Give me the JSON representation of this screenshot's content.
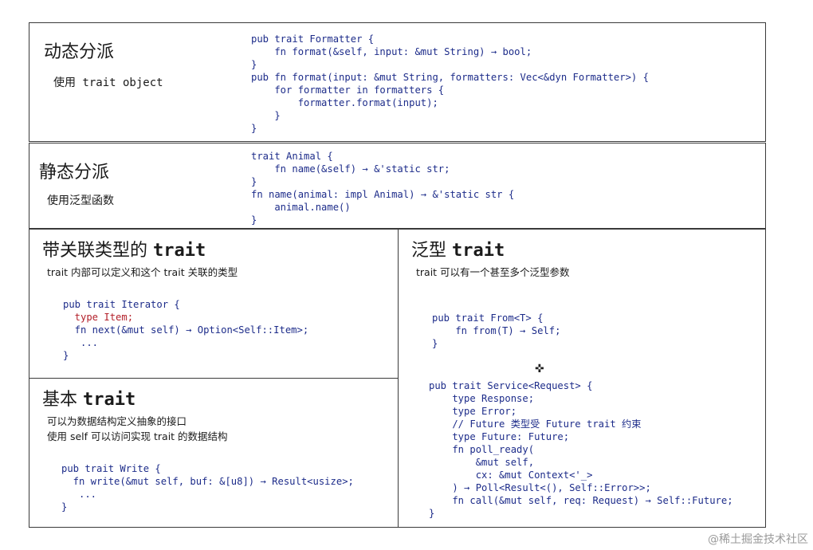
{
  "sections": {
    "dynamic": {
      "title": "动态分派",
      "subtitle": "使用 trait object",
      "code": [
        "pub trait Formatter {",
        "    fn format(&self, input: &mut String) → bool;",
        "}",
        "pub fn format(input: &mut String, formatters: Vec<&dyn Formatter>) {",
        "    for formatter in formatters {",
        "        formatter.format(input);",
        "    }",
        "}"
      ]
    },
    "static": {
      "title": "静态分派",
      "subtitle": "使用泛型函数",
      "code": [
        "trait Animal {",
        "    fn name(&self) → &'static str;",
        "}",
        "fn name(animal: impl Animal) → &'static str {",
        "    animal.name()",
        "}"
      ]
    },
    "associated": {
      "title_prefix": "带关联类型的 ",
      "title_mono": "trait",
      "note": "trait 内部可以定义和这个 trait 关联的类型",
      "code": [
        "pub trait Iterator {",
        "  type Item;",
        "  fn next(&mut self) → Option<Self::Item>;",
        "   ...",
        "}"
      ]
    },
    "basic": {
      "title_prefix": "基本 ",
      "title_mono": "trait",
      "note_lines": [
        "可以为数据结构定义抽象的接口",
        "使用 self 可以访问实现 trait 的数据结构"
      ],
      "code": [
        "pub trait Write {",
        "  fn write(&mut self, buf: &[u8]) → Result<usize>;",
        "   ...",
        "}"
      ]
    },
    "generic": {
      "title_prefix": "泛型 ",
      "title_mono": "trait",
      "note": "trait 可以有一个甚至多个泛型参数",
      "code_from": [
        "pub trait From<T> {",
        "    fn from(T) → Self;",
        "}"
      ],
      "code_service": [
        "pub trait Service<Request> {",
        "    type Response;",
        "    type Error;",
        "    // Future 类型受 Future trait 约束",
        "    type Future: Future;",
        "    fn poll_ready(",
        "        &mut self,",
        "        cx: &mut Context<'_>",
        "    ) → Poll<Result<(), Self::Error>>;",
        "    fn call(&mut self, req: Request) → Self::Future;",
        "}"
      ]
    }
  },
  "watermark": "@稀土掘金技术社区",
  "cursor_icon": "crosshair-move-icon",
  "colors": {
    "code": "#1d2c8a",
    "highlight": "#b3202a",
    "border": "#3a3a3a"
  }
}
